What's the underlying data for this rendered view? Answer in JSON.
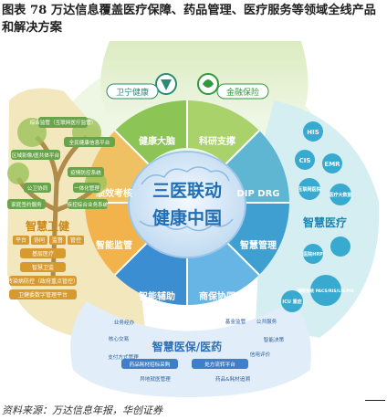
{
  "title": "图表 78 万达信息覆盖医疗保障、药品管理、医疗服务等领域全线产品和解决方案",
  "source": "资料来源：万达信息年报，华创证券",
  "center": {
    "line1": "三医联动",
    "line2": "健康中国"
  },
  "top_badges": {
    "left": "卫宁健康",
    "right": "金融保险"
  },
  "sectors": {
    "health_brain": "健康大脑",
    "research": "科研支撑",
    "dip": "DIP DRG",
    "smart_manage": "智慧管理",
    "commercial": "商保协同",
    "assist": "智能辅助",
    "supervise": "智能监管",
    "performance": "绩效考核"
  },
  "regions": {
    "left": "智慧卫健",
    "right": "智慧医疗",
    "bottom": "智慧医保/医药"
  },
  "left_items": [
    "综合监管（互联网医疗监管）",
    "全民健康信息平台",
    "区域影像/医共体平台",
    "疫情防控系统",
    "公卫协同",
    "一体化管理",
    "家庭签约服务",
    "疾控综合业务系统",
    "平台",
    "协同",
    "监督",
    "管控",
    "基层医疗",
    "智慧卫监",
    "传染病防控（政府重点管控）",
    "卫健委数字管理平台"
  ],
  "right_items": [
    "HIS",
    "CIS",
    "EMR",
    "互联网医院",
    "医疗大数据",
    "智慧医疗",
    "医院HRP",
    "医院系统 PACS/RIS/LIS/PIS",
    "ICU 重症"
  ],
  "bottom_items": [
    "业务经办",
    "基金监管",
    "公共服务",
    "核心交易",
    "支付方式管理",
    "智能决策",
    "药品耗材招标采购",
    "处方流转平台",
    "信用评价",
    "异地就医管理",
    "药品&耗材追溯"
  ],
  "colors": {
    "left_region": "#f3e7bd",
    "right_region": "#d4eef1",
    "bottom_region": "#e1edf8",
    "brain": "#cfe3f4",
    "brain_text": "#1f6fb6"
  }
}
